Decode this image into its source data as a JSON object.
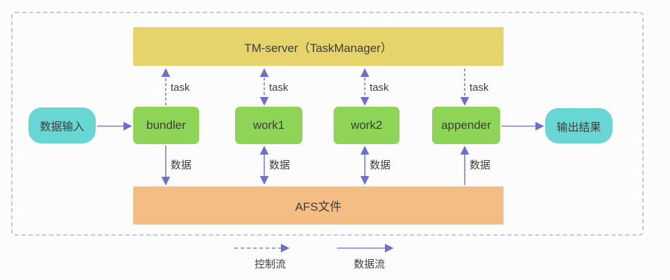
{
  "nodes": {
    "tm_server": "TM-server（TaskManager）",
    "afs": "AFS文件",
    "input": "数据输入",
    "output": "输出结果",
    "workers": [
      {
        "id": "bundler",
        "label": "bundler"
      },
      {
        "id": "work1",
        "label": "work1"
      },
      {
        "id": "work2",
        "label": "work2"
      },
      {
        "id": "appender",
        "label": "appender"
      }
    ]
  },
  "labels": {
    "task": "task",
    "data": "数据"
  },
  "legend": {
    "control_flow": "控制流",
    "data_flow": "数据流"
  },
  "colors": {
    "tm_server_bg": "#e6d46b",
    "worker_bg": "#8ed457",
    "terminal_bg": "#68d6d3",
    "afs_bg": "#f3bd84",
    "arrow": "#7a7ed9",
    "frame_border": "#c5c8d4",
    "text": "#3d3d3d"
  }
}
